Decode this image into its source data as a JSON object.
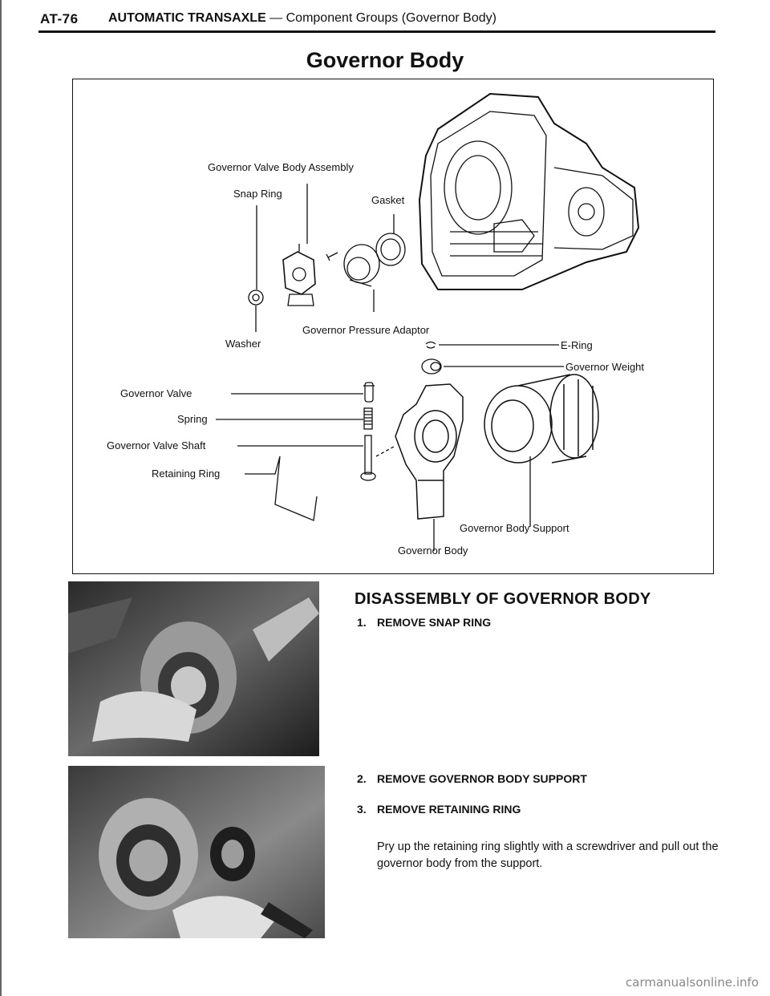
{
  "header": {
    "page_number": "AT-76",
    "title_bold": "AUTOMATIC TRANSAXLE",
    "title_rest": " — Component Groups (Governor Body)"
  },
  "page_title": "Governor Body",
  "diagram": {
    "labels": {
      "valve_body_assembly": "Governor Valve Body Assembly",
      "snap_ring": "Snap Ring",
      "gasket": "Gasket",
      "pressure_adaptor": "Governor Pressure Adaptor",
      "washer": "Washer",
      "e_ring": "E-Ring",
      "governor_weight": "Governor Weight",
      "governor_valve": "Governor Valve",
      "spring": "Spring",
      "governor_valve_shaft": "Governor Valve Shaft",
      "retaining_ring": "Retaining Ring",
      "governor_body_support": "Governor Body Support",
      "governor_body": "Governor Body"
    }
  },
  "section": {
    "heading": "DISASSEMBLY OF GOVERNOR BODY",
    "steps": [
      {
        "num": "1.",
        "text": "REMOVE SNAP RING"
      },
      {
        "num": "2.",
        "text": "REMOVE GOVERNOR BODY SUPPORT"
      },
      {
        "num": "3.",
        "text": "REMOVE RETAINING RING"
      }
    ],
    "step3_desc": "Pry up the retaining ring slightly with a screwdriver and pull out the governor body from the support."
  },
  "watermark": "carmanualsonline.info"
}
